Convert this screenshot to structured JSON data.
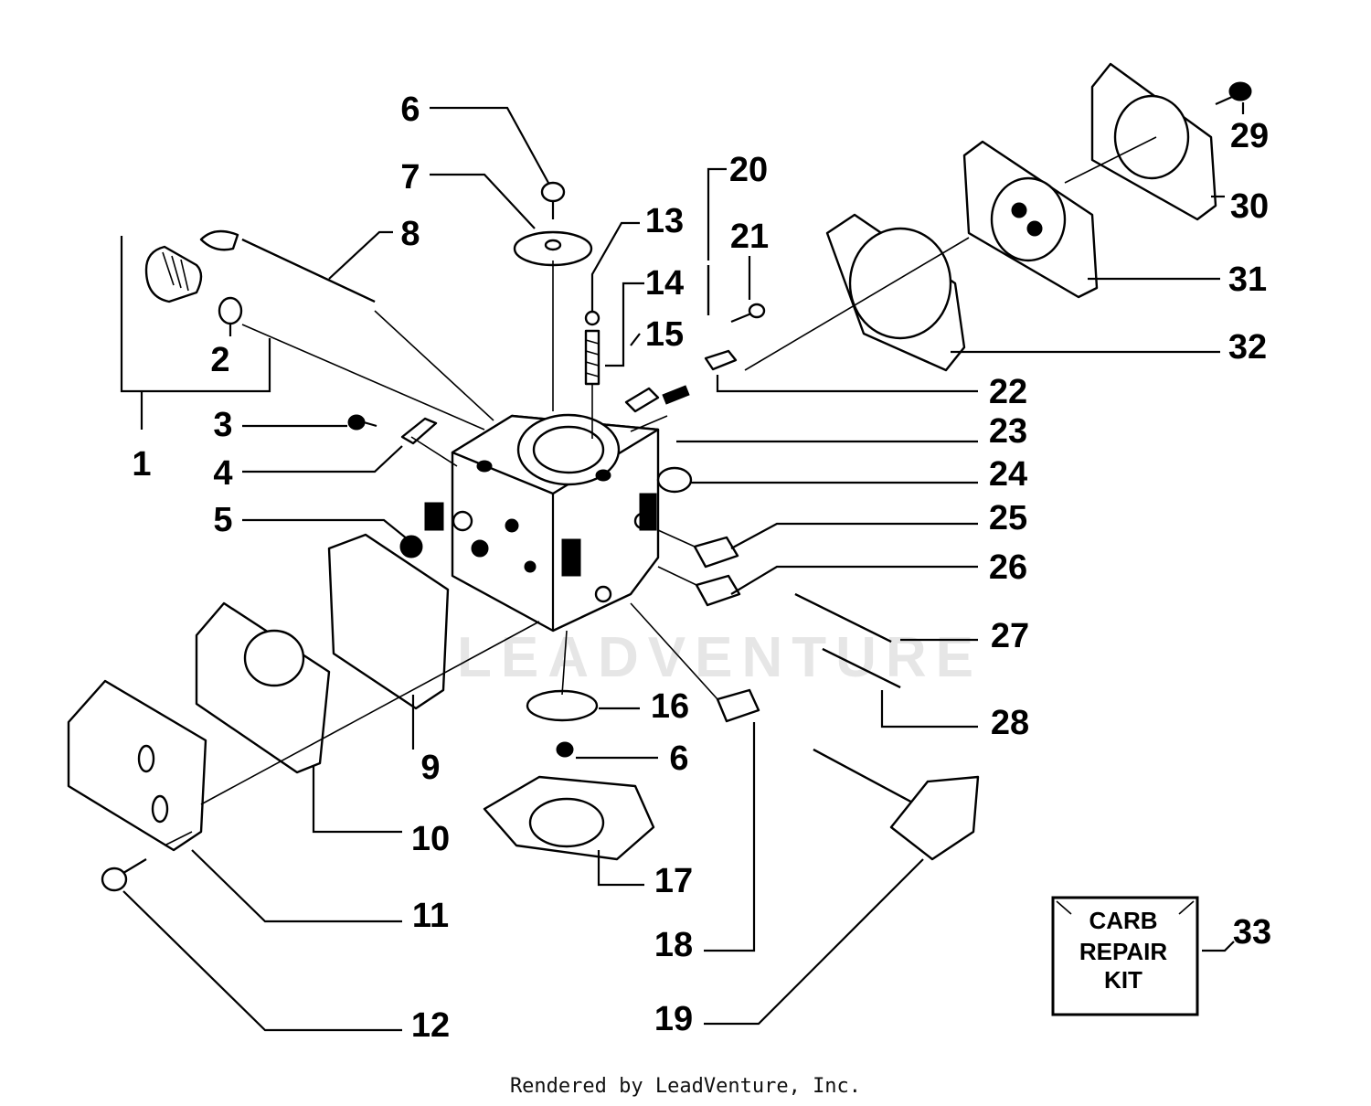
{
  "diagram": {
    "watermark": "LEADVENTURE",
    "callouts": [
      "1",
      "2",
      "3",
      "4",
      "5",
      "6",
      "7",
      "8",
      "9",
      "10",
      "11",
      "12",
      "13",
      "14",
      "15",
      "16",
      "6",
      "17",
      "18",
      "19",
      "20",
      "21",
      "22",
      "23",
      "24",
      "25",
      "26",
      "27",
      "28",
      "29",
      "30",
      "31",
      "32",
      "33"
    ],
    "repair_kit": {
      "line1": "CARB",
      "line2": "REPAIR",
      "line3": "KIT"
    }
  },
  "footer": "Rendered by LeadVenture, Inc."
}
